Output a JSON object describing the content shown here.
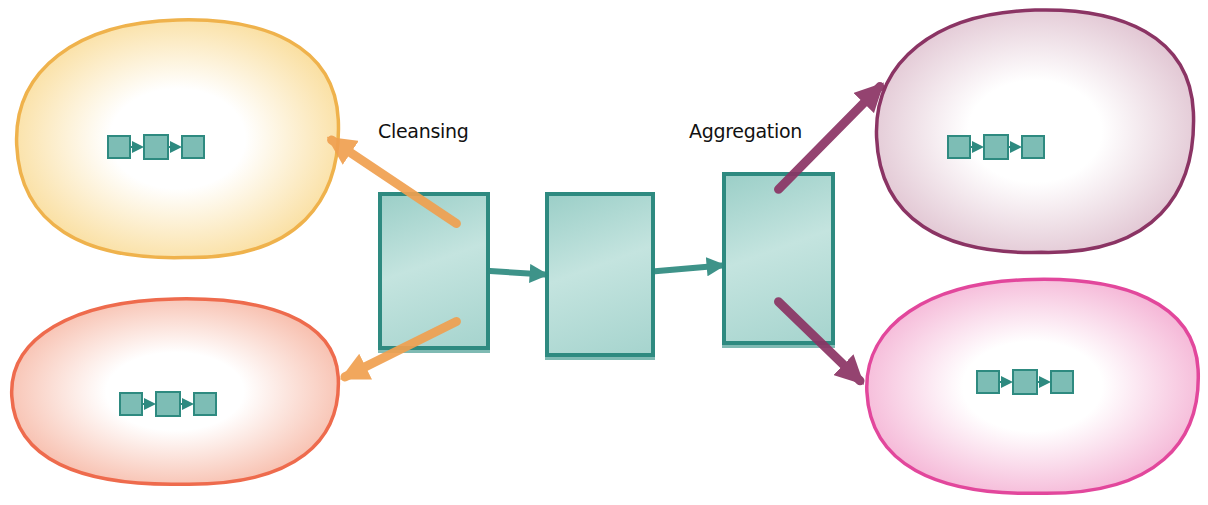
{
  "diagram": {
    "nodes": [
      {
        "text": []
      },
      {
        "text": []
      },
      {
        "text": []
      },
      {
        "text": []
      },
      {
        "text": []
      },
      {
        "text": []
      },
      {
        "text": []
      }
    ],
    "edges": [
      {
        "from": 2,
        "to": 0,
        "arrow": "to"
      },
      {
        "from": 2,
        "to": 1,
        "arrow": "to"
      },
      {
        "from": 2,
        "to": 3,
        "arrow": "to"
      },
      {
        "from": 3,
        "to": 4,
        "arrow": "to"
      },
      {
        "from": 4,
        "to": 5,
        "arrow": "to"
      },
      {
        "from": 4,
        "to": 6,
        "arrow": "to"
      }
    ],
    "labels": [
      "Cleansing",
      "Aggregation"
    ]
  }
}
